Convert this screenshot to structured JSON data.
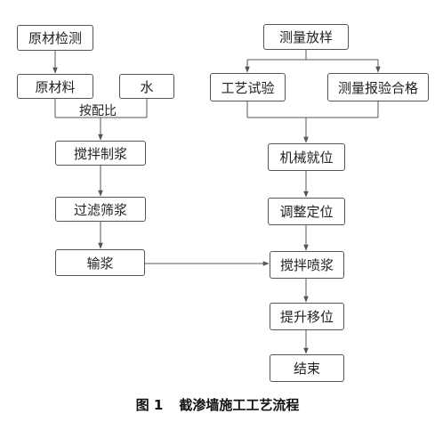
{
  "nodes": {
    "raw_material_inspection": "原材检测",
    "raw_material": "原材料",
    "water": "水",
    "mixing_slurry": "搅拌制浆",
    "filter_slurry": "过滤筛浆",
    "transport_slurry": "输浆",
    "survey_layout": "测量放样",
    "process_test": "工艺试验",
    "survey_approved": "测量报验合格",
    "machine_in_place": "机械就位",
    "adjust_position": "调整定位",
    "mix_and_spray": "搅拌喷浆",
    "lift_and_move": "提升移位",
    "end": "结束"
  },
  "labels": {
    "by_mix_ratio": "按配比"
  },
  "caption": {
    "number": "图 1",
    "title": "截渗墙施工工艺流程"
  },
  "colors": {
    "line": "#555555",
    "text": "#222222"
  }
}
